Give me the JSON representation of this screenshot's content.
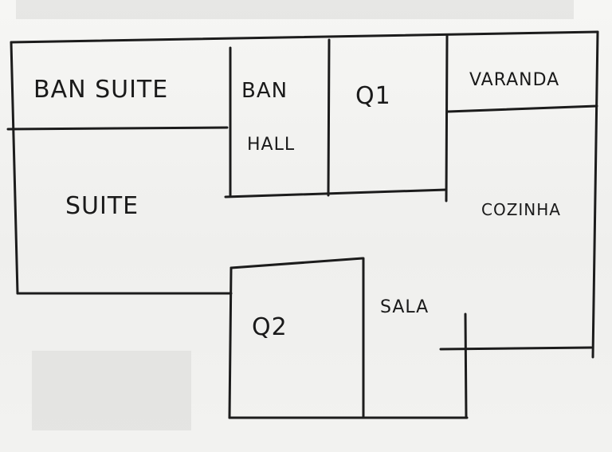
{
  "rooms": {
    "ban_suite": "BAN SUITE",
    "ban_hall_line1": "BAN",
    "ban_hall_line2": "HALL",
    "q1": "Q1",
    "varanda": "VARANDA",
    "suite": "SUITE",
    "cozinha": "COZINHA",
    "q2": "Q2",
    "sala": "SALA"
  }
}
